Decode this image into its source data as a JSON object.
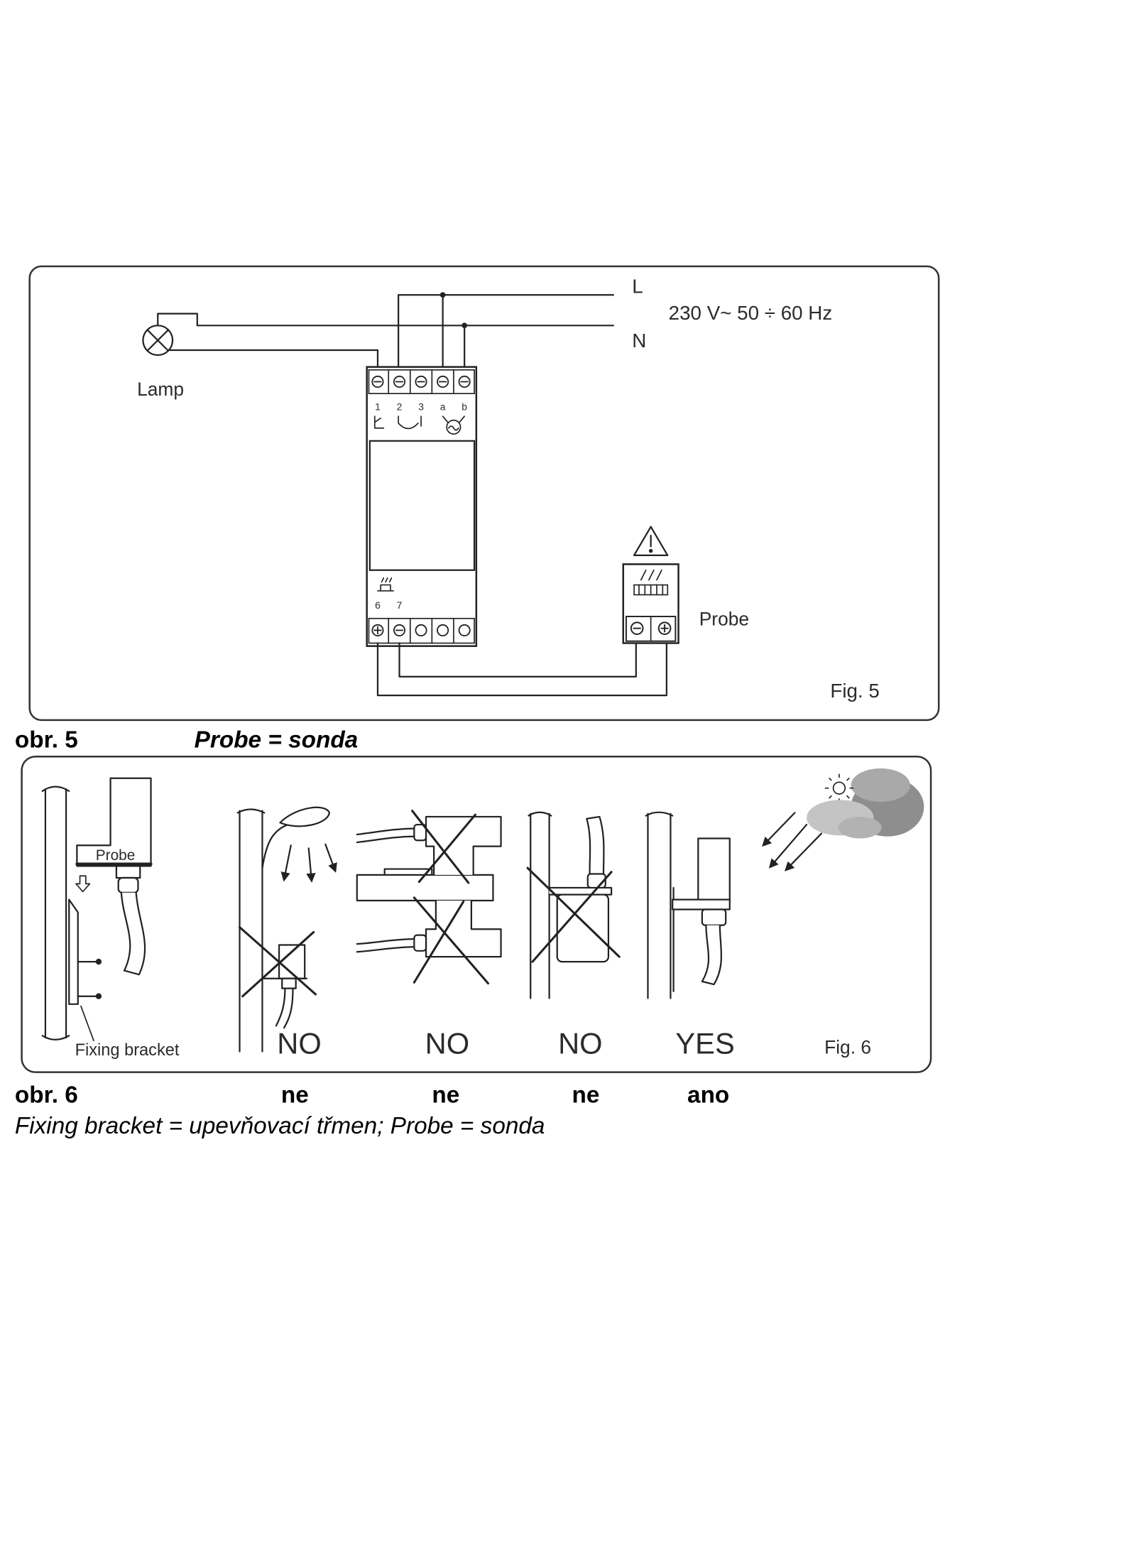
{
  "figure5": {
    "phase_label": "L",
    "neutral_label": "N",
    "supply_label": "230 V~ 50 ÷ 60 Hz",
    "lamp_label": "Lamp",
    "probe_label": "Probe",
    "fig_label": "Fig. 5",
    "top_terminals": [
      "1",
      "2",
      "3",
      "a",
      "b"
    ],
    "bottom_terminals": [
      "6",
      "7"
    ]
  },
  "caption5": {
    "number": "obr. 5",
    "note": "Probe = sonda"
  },
  "figure6": {
    "probe_label": "Probe",
    "bracket_label": "Fixing bracket",
    "verdicts": [
      "NO",
      "NO",
      "NO",
      "YES"
    ],
    "fig_label": "Fig. 6"
  },
  "caption6": {
    "number": "obr. 6",
    "verdicts": [
      "ne",
      "ne",
      "ne",
      "ano"
    ]
  },
  "legend": "Fixing bracket = upevňovací třmen; Probe = sonda"
}
